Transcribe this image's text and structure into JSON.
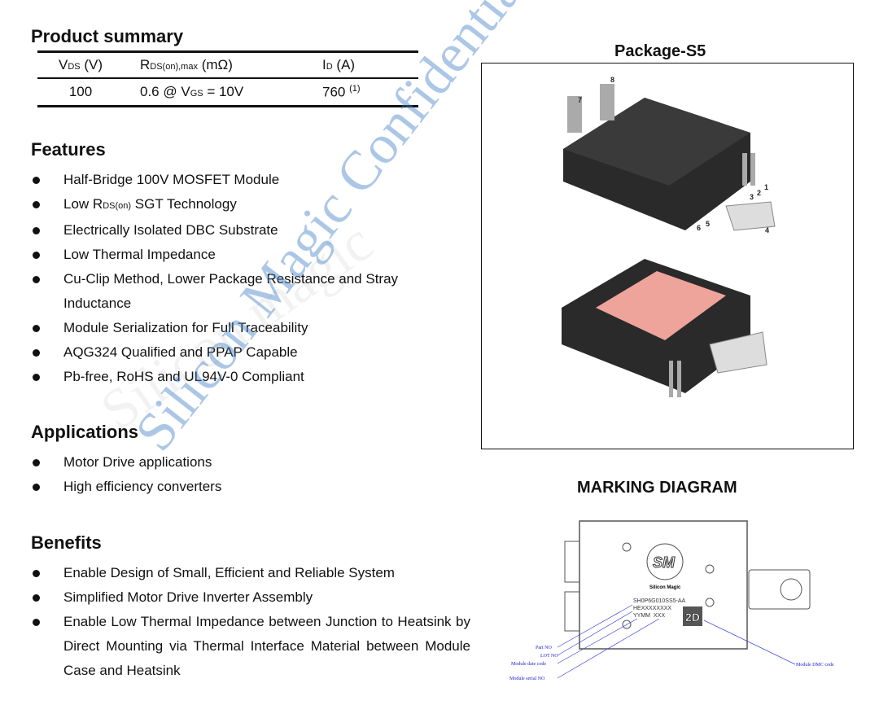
{
  "summary": {
    "title": "Product summary",
    "headers": {
      "vds": "V",
      "vds_sub": "DS",
      "vds_unit": " (V)",
      "rds": "R",
      "rds_sub": "DS(on),max",
      "rds_unit": " (mΩ)",
      "id": "I",
      "id_sub": "D",
      "id_unit": " (A)"
    },
    "row": {
      "vds": "100",
      "rds": "0.6 @ V",
      "rds_sub": "GS",
      "rds_tail": " = 10V",
      "id": "760",
      "id_note": "(1)"
    }
  },
  "features": {
    "title": "Features",
    "items": [
      "Half-Bridge 100V MOSFET Module",
      "SGT Technology",
      "Electrically Isolated DBC Substrate",
      "Low Thermal Impedance",
      "Cu-Clip Method, Lower Package Resistance and Stray Inductance",
      "Module Serialization for Full Traceability",
      "AQG324 Qualified and PPAP Capable",
      "Pb-free, RoHS and UL94V-0 Compliant"
    ],
    "low_prefix": "Low R",
    "low_sub": "DS(on)"
  },
  "applications": {
    "title": "Applications",
    "items": [
      "Motor Drive applications",
      "High efficiency converters"
    ]
  },
  "benefits": {
    "title": "Benefits",
    "items": [
      "Enable Design of Small, Efficient and Reliable System",
      "Simplified Motor Drive Inverter Assembly",
      "Enable Low Thermal Impedance between Junction to Heatsink by Direct Mounting via Thermal Interface Material between Module Case and Heatsink"
    ]
  },
  "package": {
    "title": "Package-S5",
    "pins": [
      "1",
      "2",
      "3",
      "4",
      "5",
      "6",
      "7",
      "8"
    ]
  },
  "marking": {
    "title": "MARKING DIAGRAM",
    "brand": "Silicon Magic",
    "part": "SH0P6G010SS5-AA",
    "lot": "HEXXXXXXXX",
    "date": "YYMM",
    "serial": "XXX",
    "dmc": "2D",
    "labels": [
      "Part NO",
      "LOT NO",
      "Module date code",
      "Module serial NO",
      "Module DMC code"
    ]
  },
  "watermark": "Silicon Magic Confidential for Internal Use Only",
  "watermark_bg": "Silicon magic"
}
